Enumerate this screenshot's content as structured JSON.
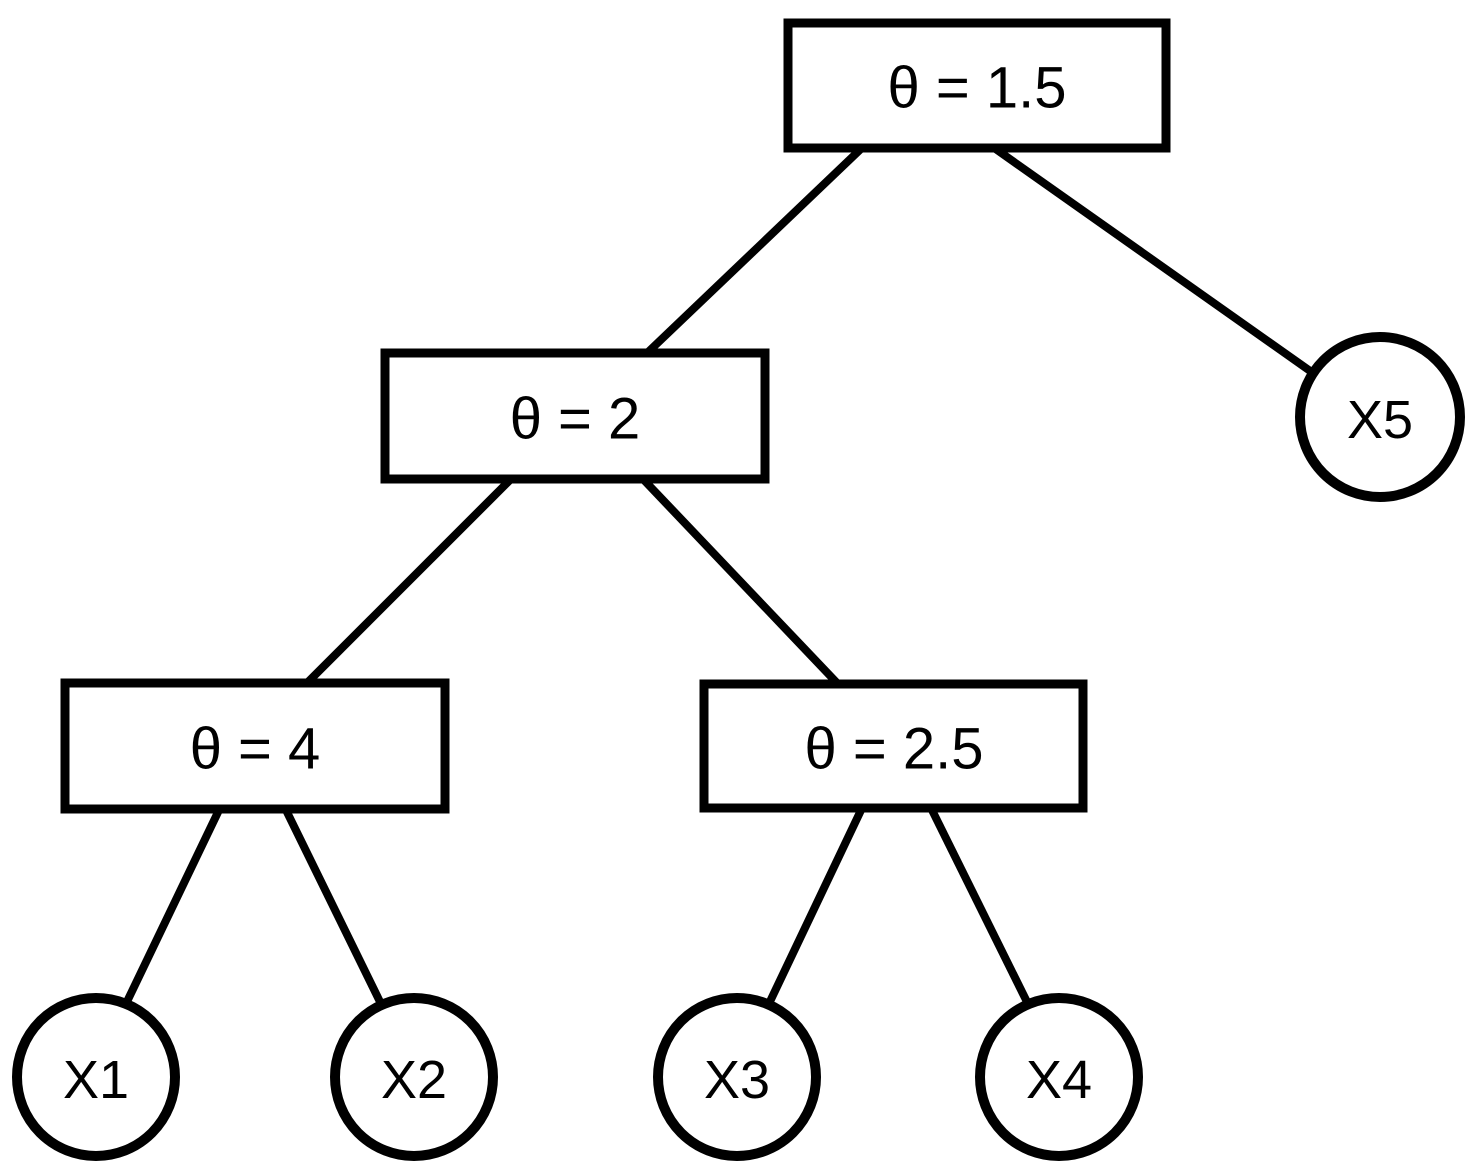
{
  "diagram": {
    "type": "tree",
    "background_color": "#ffffff",
    "stroke_color": "#000000",
    "node_fill_color": "#ffffff",
    "nodes": {
      "root": {
        "label": "θ = 1.5",
        "shape": "rectangle",
        "level": 0
      },
      "theta2": {
        "label": "θ = 2",
        "shape": "rectangle",
        "level": 1
      },
      "x5": {
        "label": "X5",
        "shape": "circle",
        "level": 1
      },
      "theta4": {
        "label": "θ = 4",
        "shape": "rectangle",
        "level": 2
      },
      "theta25": {
        "label": "θ = 2.5",
        "shape": "rectangle",
        "level": 2
      },
      "x1": {
        "label": "X1",
        "shape": "circle",
        "level": 3
      },
      "x2": {
        "label": "X2",
        "shape": "circle",
        "level": 3
      },
      "x3": {
        "label": "X3",
        "shape": "circle",
        "level": 3
      },
      "x4": {
        "label": "X4",
        "shape": "circle",
        "level": 3
      }
    },
    "edges": [
      {
        "from": "root",
        "to": "theta2"
      },
      {
        "from": "root",
        "to": "x5"
      },
      {
        "from": "theta2",
        "to": "theta4"
      },
      {
        "from": "theta2",
        "to": "theta25"
      },
      {
        "from": "theta4",
        "to": "x1"
      },
      {
        "from": "theta4",
        "to": "x2"
      },
      {
        "from": "theta25",
        "to": "x3"
      },
      {
        "from": "theta25",
        "to": "x4"
      }
    ]
  }
}
